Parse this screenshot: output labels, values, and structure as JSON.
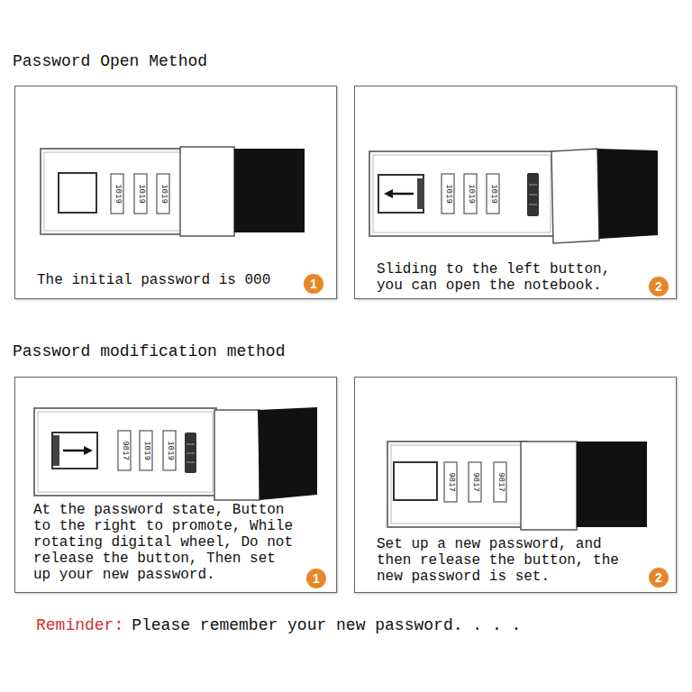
{
  "diagram": {
    "nodes": [
      {
        "text": [
          "The initial password is 000"
        ]
      },
      {
        "text": [
          "1"
        ],
        "in": 0
      },
      {
        "text": [
          "Sliding to the left button, you can open the notebook."
        ]
      },
      {
        "text": [
          "2"
        ],
        "in": 2
      },
      {
        "text": [
          "At the password state, Button to the right to promote, While rotating digital wheel, Do not release the button, Then set up your new password."
        ]
      },
      {
        "text": [
          "1"
        ],
        "in": 4
      },
      {
        "text": [
          "Set up a new password, and then release the button, the new password is set."
        ]
      },
      {
        "text": [
          "2"
        ],
        "in": 6
      }
    ],
    "labels": [
      "Password Open Method",
      "1019",
      "1019",
      "1019",
      "1019",
      "1019",
      "1019",
      "Password modification method",
      "9817",
      "1019",
      "1019",
      "9817",
      "9817",
      "9817",
      "Reminder:",
      "Please remember your new password. . . ."
    ]
  }
}
